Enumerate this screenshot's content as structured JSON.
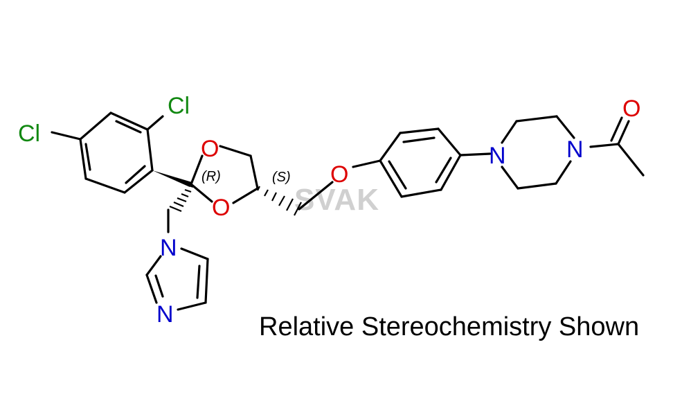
{
  "molecule": {
    "colors": {
      "bond": "#000000",
      "chlorine": "#118811",
      "oxygen": "#dd0000",
      "nitrogen": "#0000cc",
      "watermark": "#d0d0d0"
    },
    "atoms": {
      "cl_top": "Cl",
      "cl_left": "Cl",
      "o_ring_top": "O",
      "o_ring_bottom": "O",
      "o_ether": "O",
      "n_piperazine_left": "N",
      "n_piperazine_right": "N",
      "o_carbonyl": "O",
      "n_imidazole_top": "N",
      "n_imidazole_bottom": "N"
    },
    "stereo_labels": {
      "r_center": "(R)",
      "s_center": "(S)"
    }
  },
  "watermark": "SVAK",
  "caption": "Relative Stereochemistry Shown"
}
